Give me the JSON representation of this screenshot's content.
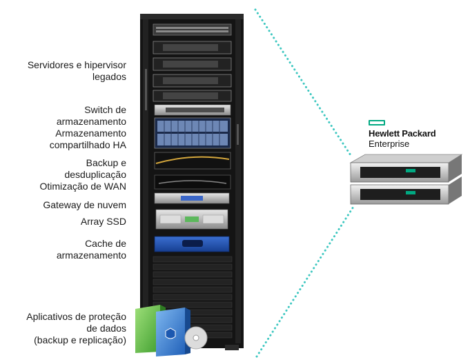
{
  "labels": {
    "servers": [
      "Servidores e hipervisor",
      "legados"
    ],
    "storage": [
      "Switch de",
      "armazenamento",
      "Armazenamento",
      "compartilhado HA"
    ],
    "backup": [
      "Backup e",
      "desduplicação",
      "Otimização de WAN"
    ],
    "gateway": [
      "Gateway de nuvem"
    ],
    "ssd": [
      "Array SSD"
    ],
    "cache": [
      "Cache de",
      "armazenamento"
    ],
    "apps": [
      "Aplicativos de proteção",
      "de dados",
      "(backup e replicação)"
    ]
  },
  "brand": {
    "name_line1": "Hewlett Packard",
    "name_line2": "Enterprise",
    "accent_color": "#01a982"
  },
  "colors": {
    "dotted_line": "#3dc7c0",
    "rack": "#151515",
    "text": "#1a1a1a"
  }
}
